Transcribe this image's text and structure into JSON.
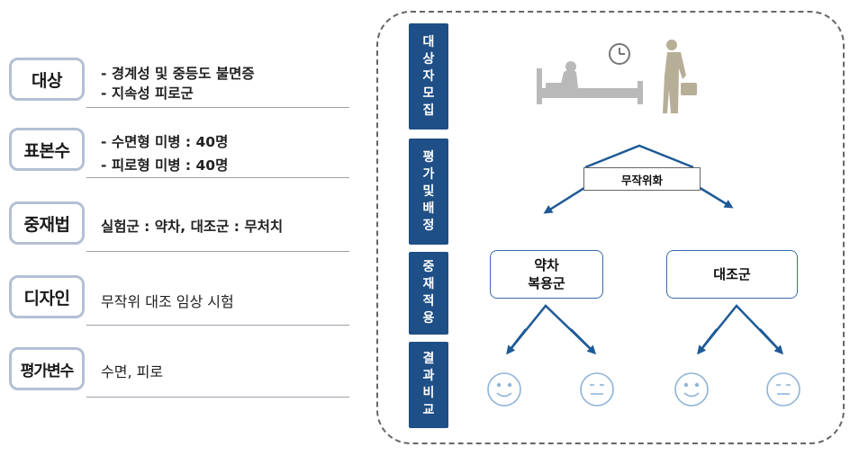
{
  "left_rows": [
    {
      "label": "대상",
      "lines": [
        "- 경계성 및 중등도 불면증",
        "- 지속성 피로군"
      ]
    },
    {
      "label": "표본수",
      "lines": [
        "- 수면형 미병 : 40명",
        "- 피로형 미병 : 40명"
      ]
    },
    {
      "label": "중재법",
      "lines": [
        "실험군 : 약차,  대조군 : 무처치"
      ]
    },
    {
      "label": "디자인",
      "lines": [
        "무작위 대조 임상 시험"
      ]
    },
    {
      "label": "평가변수",
      "lines": [
        "수면, 피로"
      ]
    }
  ],
  "steps": [
    {
      "chars": [
        "대",
        "상",
        "자",
        "모",
        "집"
      ]
    },
    {
      "chars": [
        "평",
        "가",
        "및",
        "배",
        "정"
      ]
    },
    {
      "chars": [
        "중",
        "재",
        "적",
        "용"
      ]
    },
    {
      "chars": [
        "결",
        "과",
        "비",
        "교"
      ]
    }
  ],
  "randomization_label": "무작위화",
  "groups": [
    {
      "lines": [
        "약차",
        "복용군"
      ]
    },
    {
      "lines": [
        "대조군"
      ]
    }
  ],
  "colors": {
    "step_fill": "#1e4f86",
    "arrow": "#1e5a96",
    "label_border": "#b3bfd3",
    "panel_border": "#666666"
  },
  "icons": [
    "bed-icon",
    "clock-icon",
    "tired-person-icon",
    "smiley-happy-icon",
    "smiley-neutral-icon"
  ]
}
